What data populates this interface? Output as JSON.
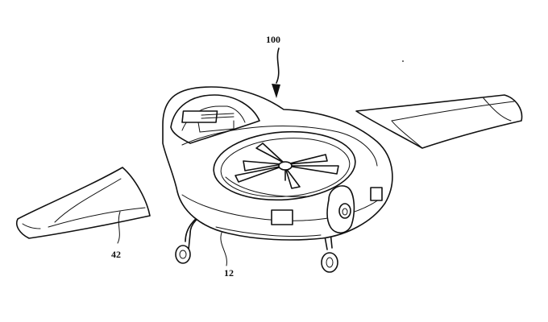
{
  "labels": {
    "assembly": "100",
    "wing": "42",
    "body": "12"
  }
}
